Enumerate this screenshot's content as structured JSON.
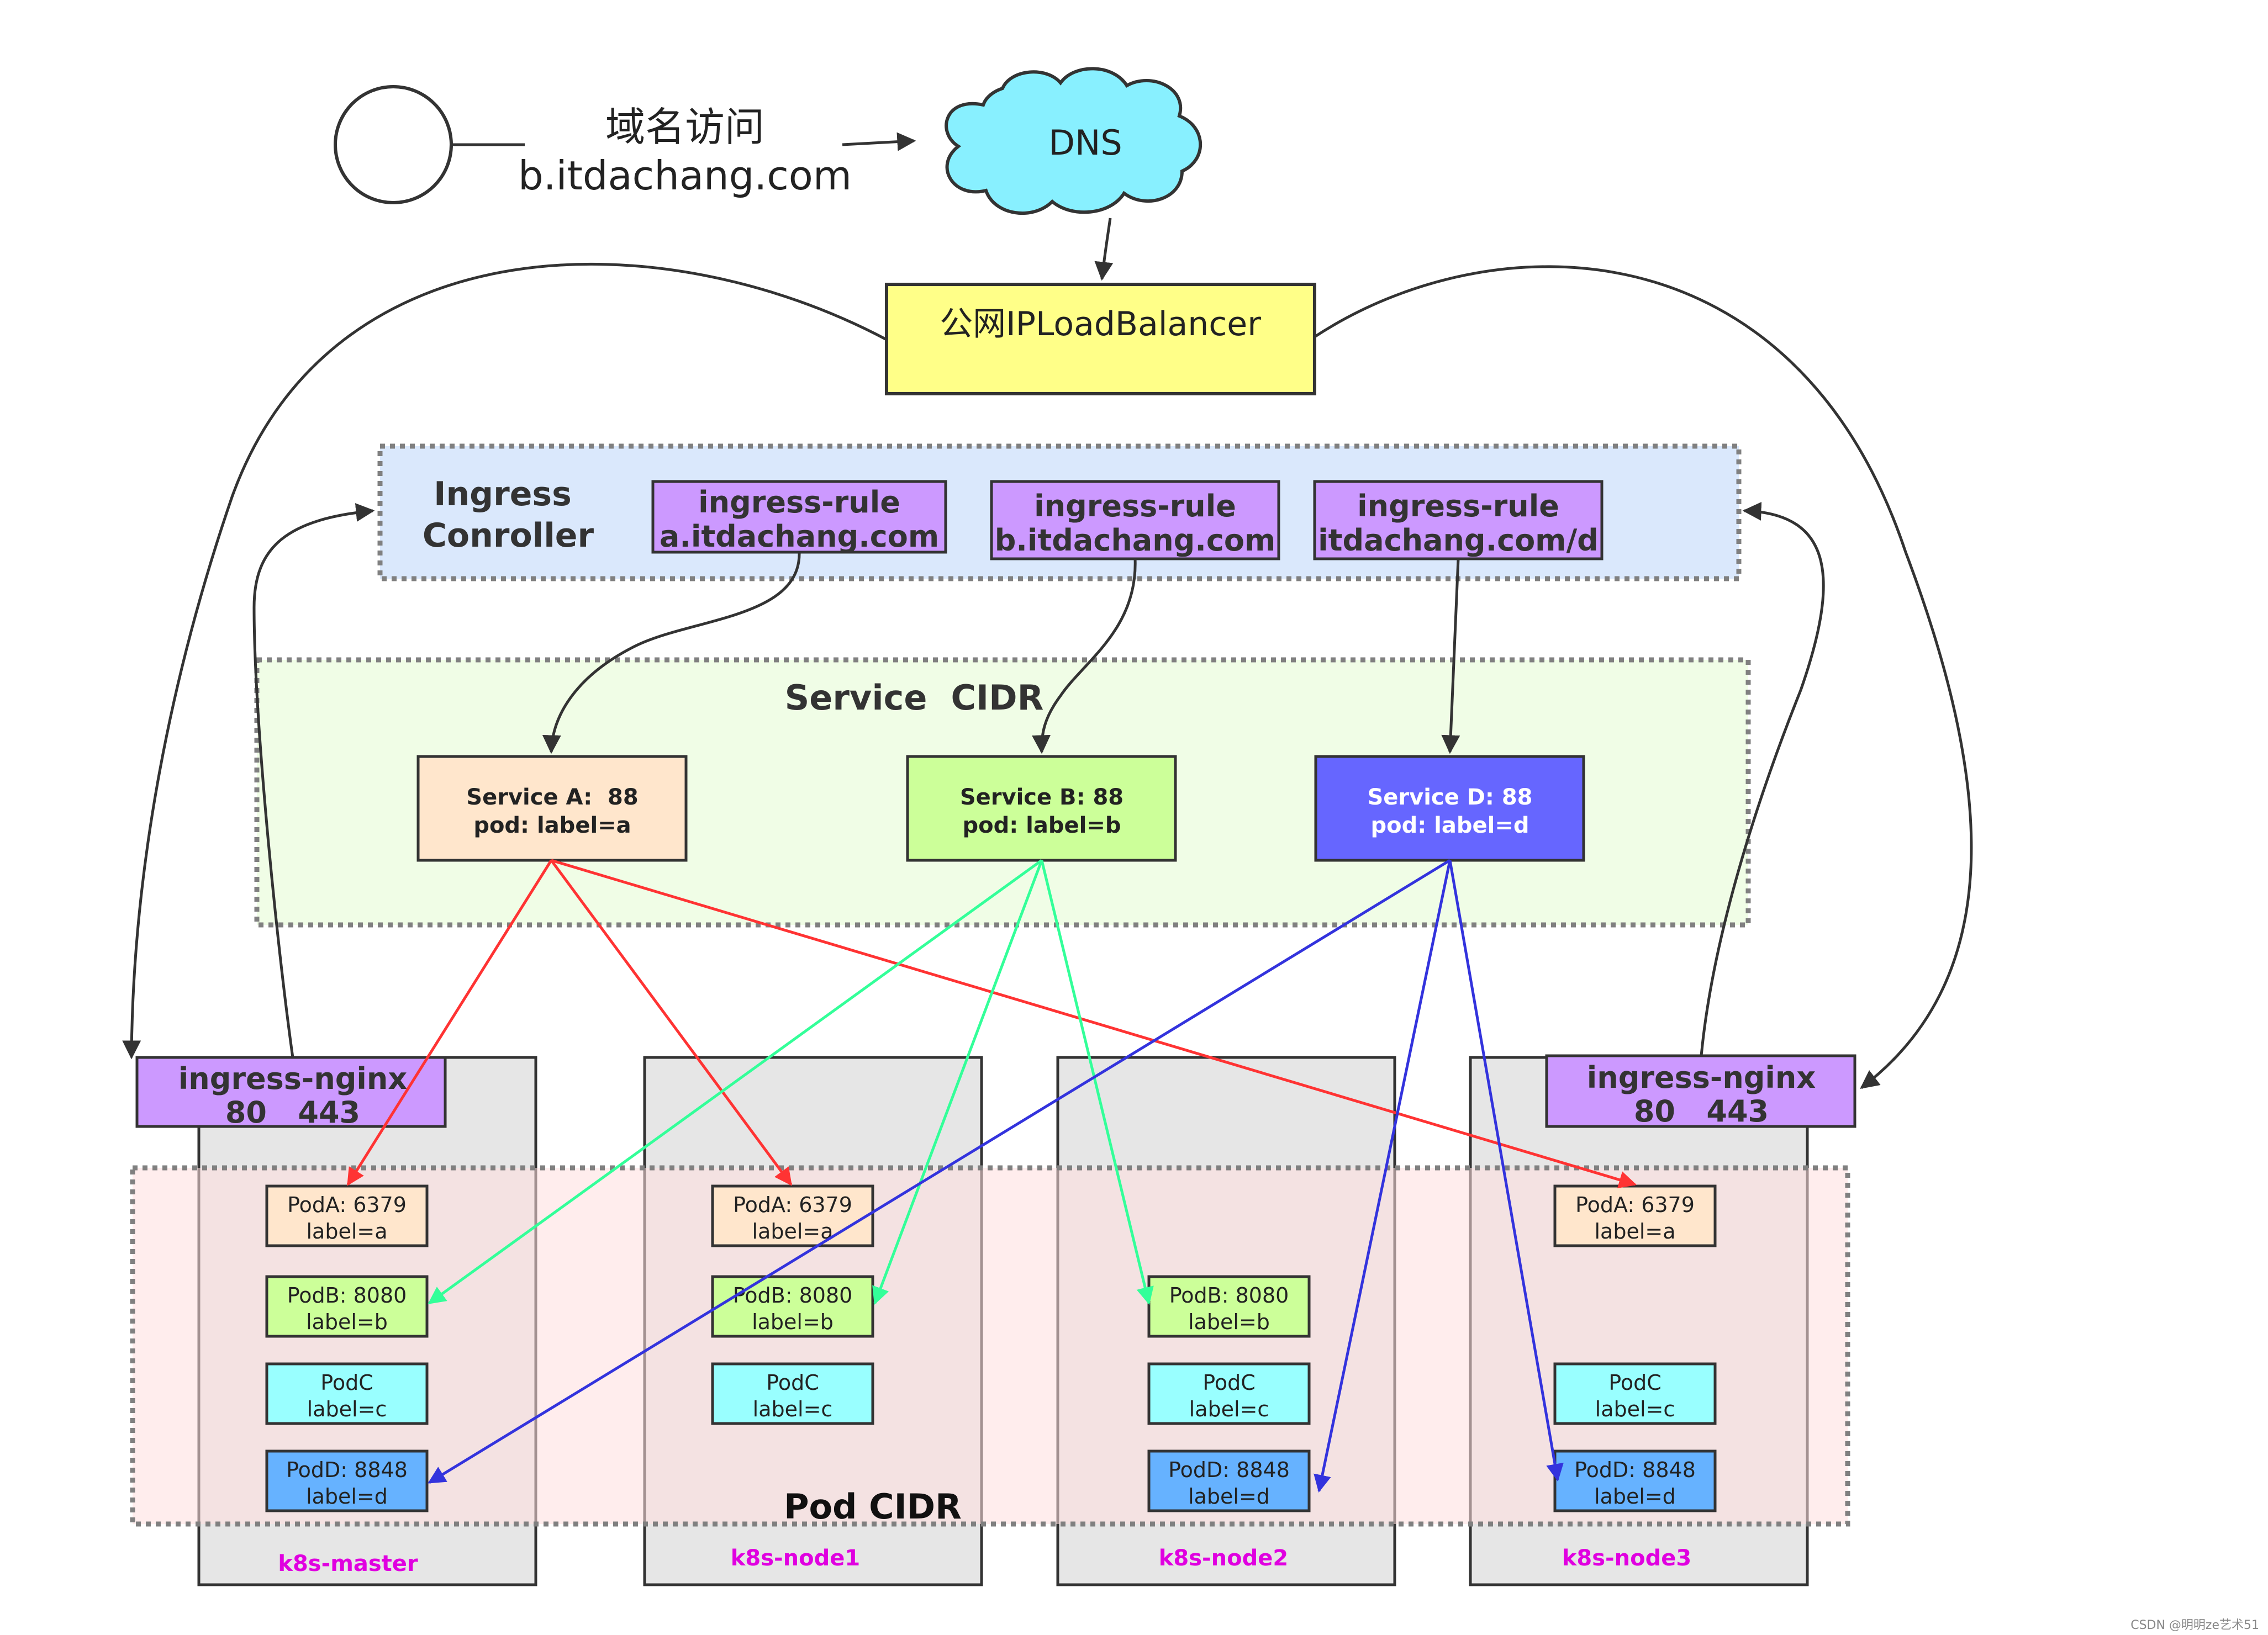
{
  "user": {
    "domain_access_label": "域名访问",
    "domain_name": "b.itdachang.com"
  },
  "dns": {
    "label": "DNS"
  },
  "load_balancer": {
    "label": "公网IPLoadBalancer"
  },
  "ingress_controller": {
    "title_line1": "Ingress",
    "title_line2": "Conroller",
    "rules": [
      {
        "line1": "ingress-rule",
        "line2": "a.itdachang.com"
      },
      {
        "line1": "ingress-rule",
        "line2": "b.itdachang.com"
      },
      {
        "line1": "ingress-rule",
        "line2": "itdachang.com/d"
      }
    ]
  },
  "service_cidr": {
    "title": "Service  CIDR",
    "services": [
      {
        "line1": "Service A:  88",
        "line2": "pod: label=a"
      },
      {
        "line1": "Service B: 88",
        "line2": "pod: label=b"
      },
      {
        "line1": "Service D: 88",
        "line2": "pod: label=d"
      }
    ]
  },
  "pod_cidr": {
    "title": "Pod CIDR"
  },
  "ingress_nginx": {
    "left": {
      "line1": "ingress-nginx",
      "line2": "80   443"
    },
    "right": {
      "line1": "ingress-nginx",
      "line2": "80   443"
    }
  },
  "nodes": [
    {
      "name": "k8s-master",
      "pods": [
        {
          "line1": "PodA: 6379",
          "line2": "label=a"
        },
        {
          "line1": "PodB: 8080",
          "line2": "label=b"
        },
        {
          "line1": "PodC",
          "line2": "label=c"
        },
        {
          "line1": "PodD: 8848",
          "line2": "label=d"
        }
      ]
    },
    {
      "name": "k8s-node1",
      "pods": [
        {
          "line1": "PodA: 6379",
          "line2": "label=a"
        },
        {
          "line1": "PodB: 8080",
          "line2": "label=b"
        },
        {
          "line1": "PodC",
          "line2": "label=c"
        }
      ]
    },
    {
      "name": "k8s-node2",
      "pods": [
        {
          "line1": "PodB: 8080",
          "line2": "label=b"
        },
        {
          "line1": "PodC",
          "line2": "label=c"
        },
        {
          "line1": "PodD: 8848",
          "line2": "label=d"
        }
      ]
    },
    {
      "name": "k8s-node3",
      "pods": [
        {
          "line1": "PodA: 6379",
          "line2": "label=a"
        },
        {
          "line1": "PodC",
          "line2": "label=c"
        },
        {
          "line1": "PodD: 8848",
          "line2": "label=d"
        }
      ]
    }
  ],
  "colors": {
    "pod_a": "#ffe6cc",
    "pod_b": "#ccff99",
    "pod_c": "#99ffff",
    "pod_d": "#66b2ff",
    "service_a": "#ffe6cc",
    "service_b": "#ccff99",
    "service_d": "#6666ff",
    "ingress_rule": "#cc99ff",
    "node_bg": "#e6e6e6",
    "node_label": "#e000e0",
    "arrow_a": "#ff3333",
    "arrow_b": "#33ff99",
    "arrow_d": "#3333dd",
    "dns_cloud": "#88f0ff",
    "load_balancer": "#ffff88",
    "ingress_controller_bg": "#dae8fc",
    "service_cidr_bg": "#f0fde6",
    "pod_cidr_bg": "#ffdede"
  },
  "footer": {
    "credit": "CSDN @明明ze艺术51"
  }
}
